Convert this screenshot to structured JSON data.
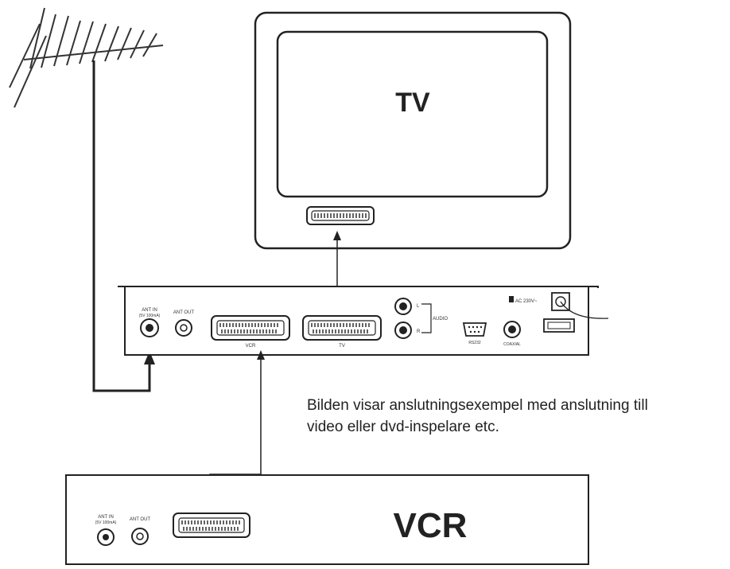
{
  "labels": {
    "tv": "TV",
    "vcr": "VCR",
    "ant_in": "ANT IN",
    "ant_in_sub": "(5V 100mA)",
    "ant_out": "ANT OUT",
    "scart_vcr": "VCR",
    "scart_tv": "TV",
    "audio": "AUDIO",
    "audio_l": "L",
    "audio_r": "R",
    "rs232": "RS232",
    "coaxial": "COAXIAL",
    "power_rating": "AC 230V~",
    "vcr_ant_in": "ANT IN",
    "vcr_ant_in_sub": "(5V 100mA)",
    "vcr_ant_out": "ANT OUT"
  },
  "caption": {
    "line1": "Bilden visar anslutningsexempel med anslutning till",
    "line2": "video eller dvd-inspelare etc."
  }
}
